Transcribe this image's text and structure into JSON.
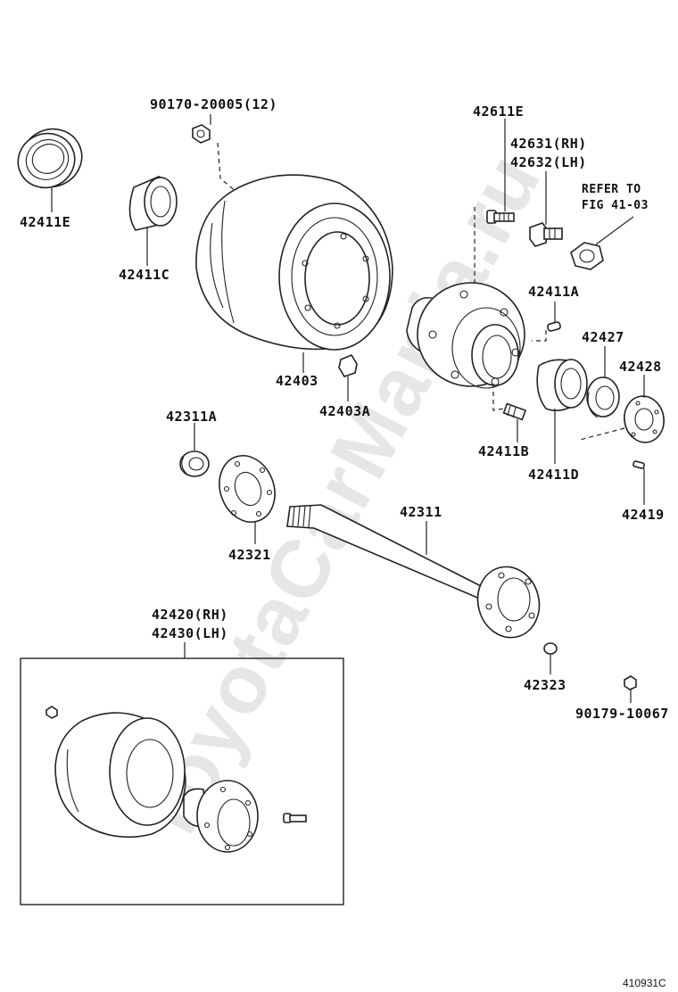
{
  "diagram": {
    "labels": {
      "p_90170": "90170-20005(12)",
      "p_42611e": "42611E",
      "p_42631": "42631(RH)",
      "p_42632": "42632(LH)",
      "refer1": "REFER TO",
      "refer2": "FIG 41-03",
      "p_42411e": "42411E",
      "p_42411c": "42411C",
      "p_42403": "42403",
      "p_42403a": "42403A",
      "p_42411a": "42411A",
      "p_42427": "42427",
      "p_42428": "42428",
      "p_42311a": "42311A",
      "p_42411b": "42411B",
      "p_42411d": "42411D",
      "p_42419": "42419",
      "p_42311": "42311",
      "p_42321": "42321",
      "p_42420": "42420(RH)",
      "p_42430": "42430(LH)",
      "p_42323": "42323",
      "p_90179": "90179-10067",
      "fig_code": "410931C"
    },
    "watermark": "ToyotaCarMania.ru"
  }
}
